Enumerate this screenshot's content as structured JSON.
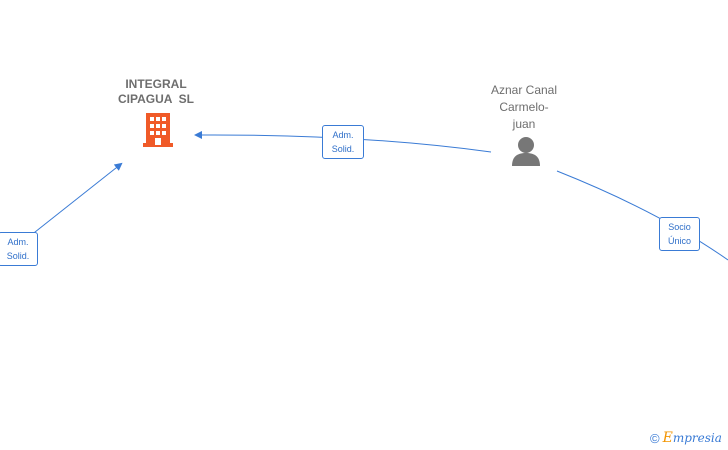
{
  "nodes": {
    "company": {
      "name": "INTEGRAL CIPAGUA SL",
      "line1": "INTEGRAL",
      "line2": "CIPAGUA  SL",
      "icon": "building-icon",
      "color": "#f05a28"
    },
    "person": {
      "name": "Aznar Canal Carmelo-juan",
      "line1": "Aznar Canal",
      "line2": "Carmelo-",
      "line3": "juan",
      "icon": "person-icon",
      "color": "#777777"
    }
  },
  "edges": [
    {
      "label_line1": "Adm.",
      "label_line2": "Solid.",
      "from": "person",
      "to": "company"
    },
    {
      "label_line1": "Adm.",
      "label_line2": "Solid.",
      "from": "offscreen-left",
      "to": "company"
    },
    {
      "label_line1": "Socio",
      "label_line2": "Único",
      "from": "person",
      "to": "offscreen-right"
    }
  ],
  "footer": {
    "copyright_symbol": "©",
    "brand_initial": "E",
    "brand_rest": "mpresia"
  },
  "colors": {
    "edge": "#3a7bd5",
    "company_icon": "#f05a28",
    "person_icon": "#777777",
    "label_text": "#6e6e6e"
  }
}
